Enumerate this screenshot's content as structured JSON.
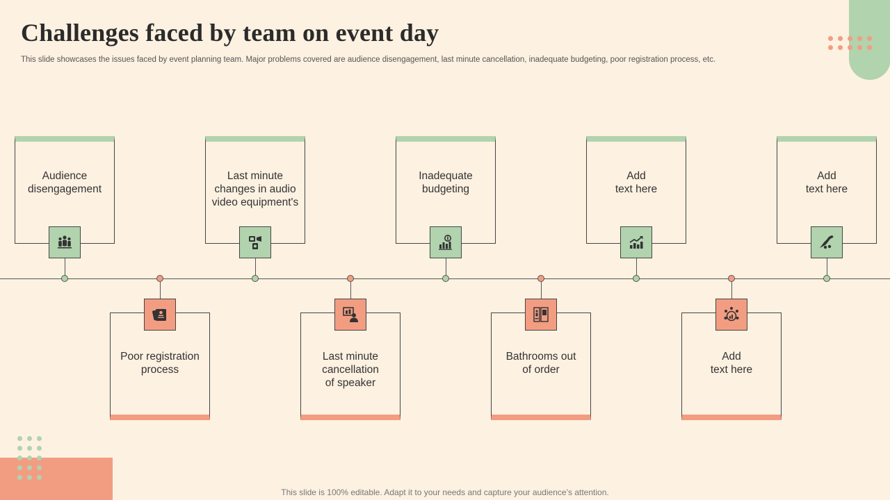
{
  "title": "Challenges faced by team on event day",
  "subtitle": "This slide showcases the issues faced by event planning team. Major problems covered are audience disengagement, last minute cancellation, inadequate budgeting, poor registration process, etc.",
  "footer": "This slide is 100% editable. Adapt it to your needs and capture your audience’s attention.",
  "colors": {
    "background": "#fdf1e1",
    "green": "#b1d3ae",
    "salmon": "#f29d82",
    "line": "#555555"
  },
  "top_items": [
    {
      "text": "Audience\ndisengagement",
      "icon": "team-group-icon"
    },
    {
      "text": "Last minute\nchanges in audio\nvideo equipment's",
      "icon": "audio-video-equipment-icon"
    },
    {
      "text": "Inadequate\nbudgeting",
      "icon": "budget-chart-icon"
    },
    {
      "text": "Add\ntext here",
      "icon": "growth-chart-icon"
    },
    {
      "text": "Add\ntext here",
      "icon": "dinosaur-icon"
    }
  ],
  "bottom_items": [
    {
      "text": "Poor registration\nprocess",
      "icon": "id-registration-icon"
    },
    {
      "text": "Last minute\ncancellation\nof speaker",
      "icon": "speaker-presentation-icon"
    },
    {
      "text": "Bathrooms out\nof order",
      "icon": "restroom-icon"
    },
    {
      "text": "Add\ntext here",
      "icon": "analytics-team-icon"
    }
  ]
}
